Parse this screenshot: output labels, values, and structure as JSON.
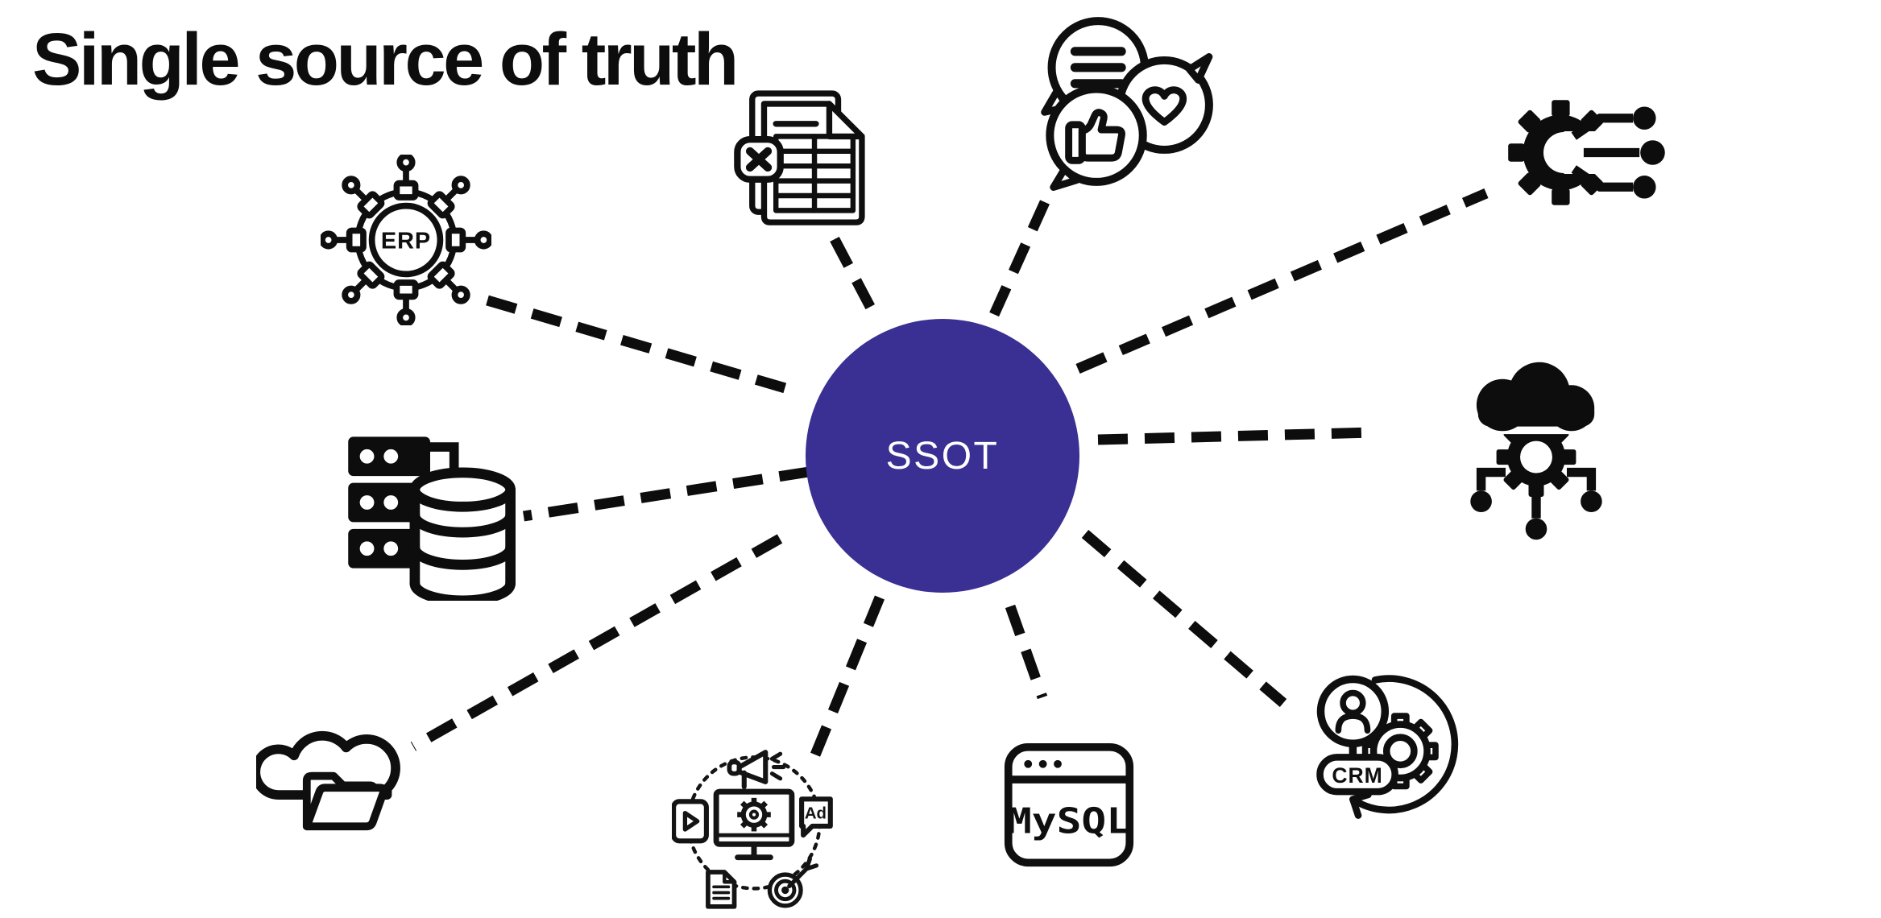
{
  "title": "Single source of truth",
  "center": {
    "label": "SSOT"
  },
  "colors": {
    "accent": "#3A2F93",
    "ink": "#0D0D0D",
    "background": "#FFFFFF"
  },
  "nodes": [
    {
      "name": "erp-system",
      "icon": "erp-gear-icon",
      "label": "ERP"
    },
    {
      "name": "spreadsheet",
      "icon": "excel-document-icon",
      "label": ""
    },
    {
      "name": "social-media",
      "icon": "chat-bubbles-like-heart-icon",
      "label": ""
    },
    {
      "name": "process-automation",
      "icon": "gear-circuit-icon",
      "label": ""
    },
    {
      "name": "cloud-computing",
      "icon": "cloud-gear-network-icon",
      "label": ""
    },
    {
      "name": "crm-system",
      "icon": "crm-person-gear-icon",
      "label": "CRM"
    },
    {
      "name": "mysql-database",
      "icon": "mysql-browser-icon",
      "label": "MySQL"
    },
    {
      "name": "digital-marketing",
      "icon": "marketing-monitor-icon",
      "label": "Ad"
    },
    {
      "name": "cloud-storage",
      "icon": "cloud-folder-icon",
      "label": ""
    },
    {
      "name": "data-warehouse",
      "icon": "server-database-icon",
      "label": ""
    }
  ]
}
